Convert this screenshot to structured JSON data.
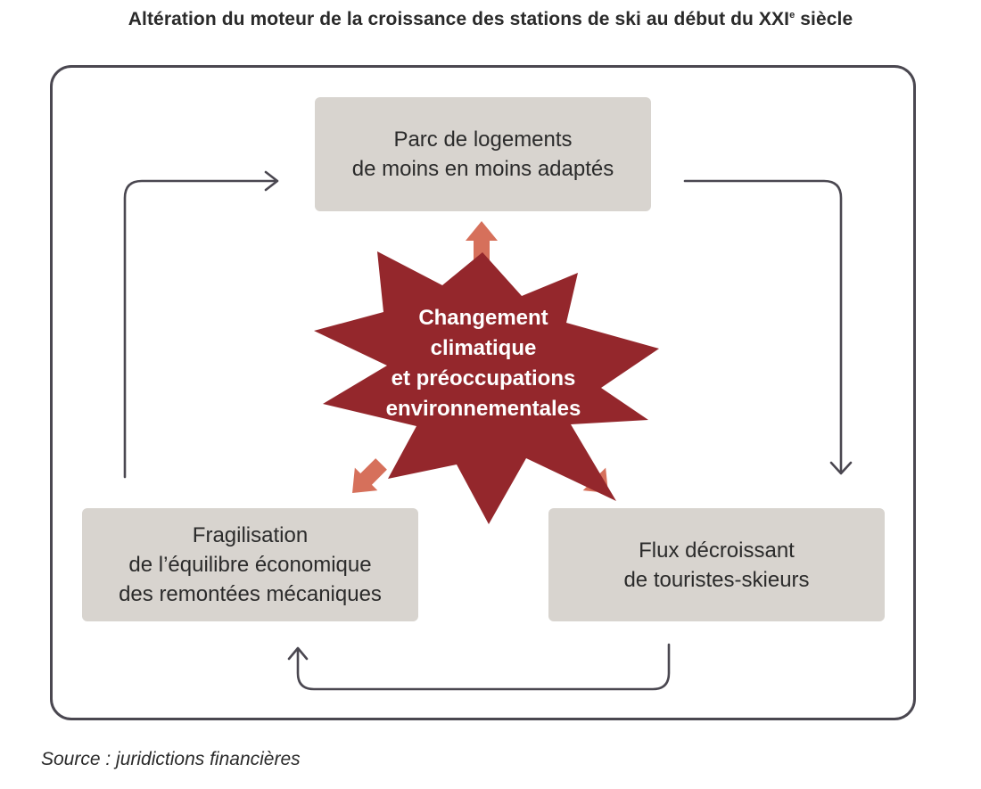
{
  "title": {
    "main": "Altération du moteur de la croissance des stations de ski au début du XXI",
    "sup": "e",
    "tail": " siècle"
  },
  "boxes": {
    "top": {
      "lines": [
        "Parc de logements",
        "de moins en moins adaptés"
      ]
    },
    "left": {
      "lines": [
        "Fragilisation",
        "de l’équilibre économique",
        "des remontées mécaniques"
      ]
    },
    "right": {
      "lines": [
        "Flux décroissant",
        "de touristes-skieurs"
      ]
    }
  },
  "center": {
    "lines": [
      "Changement",
      "climatique",
      "et préoccupations",
      "environnementales"
    ]
  },
  "source": "Source : juridictions financières",
  "colors": {
    "star": "#94272c",
    "pointer": "#d6705b",
    "box": "#d8d4cf",
    "line": "#4a4750"
  }
}
